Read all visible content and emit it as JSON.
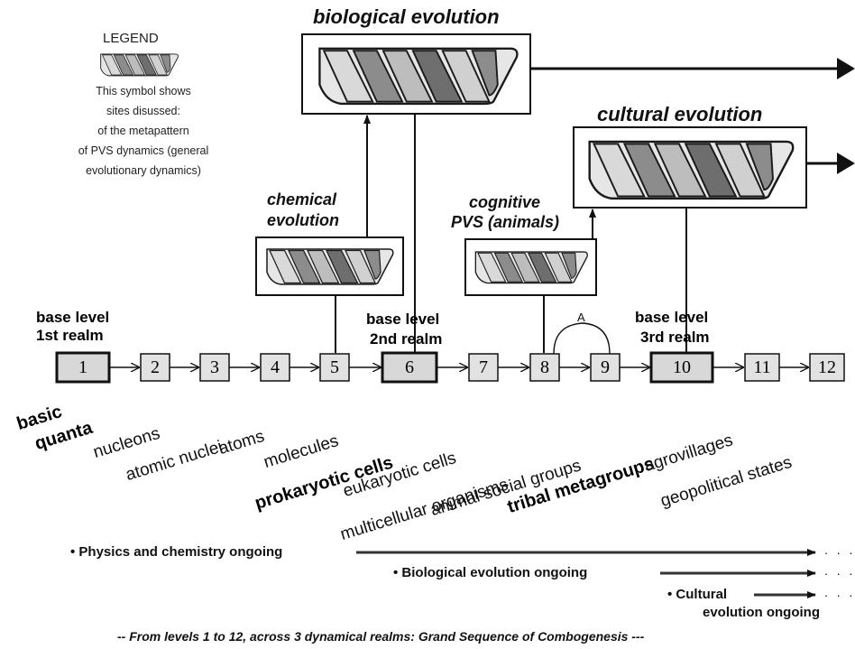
{
  "legend": {
    "title": "LEGEND",
    "lines": [
      "This symbol shows",
      "sites disussed:",
      "of the metapattern",
      "of PVS dynamics (general",
      "evolutionary dynamics)"
    ]
  },
  "evolutions": {
    "biological": "biological evolution",
    "cultural": "cultural evolution",
    "chemical_line1": "chemical",
    "chemical_line2": "evolution",
    "cognitive_line1": "cognitive",
    "cognitive_line2": "PVS (animals)"
  },
  "base_levels": {
    "first_line1": "base  level",
    "first_line2": "1st  realm",
    "second_line1": "base  level",
    "second_line2": "2nd  realm",
    "third_line1": "base  level",
    "third_line2": "3rd  realm"
  },
  "arc_label": "A",
  "levels": [
    "1",
    "2",
    "3",
    "4",
    "5",
    "6",
    "7",
    "8",
    "9",
    "10",
    "11",
    "12"
  ],
  "level_names": {
    "basic_line1": "basic",
    "basic_line2": "quanta",
    "nucleons": "nucleons",
    "atomic_nuclei": "atomic nuclei",
    "atoms": "atoms",
    "molecules": "molecules",
    "prokaryotic": "prokaryotic cells",
    "eukaryotic": "eukaryotic cells",
    "multicellular": "multicellular organisms",
    "animal_social": "animal social groups",
    "tribal": "tribal metagroups",
    "agrovillages": "agrovillages",
    "geopolitical": "geopolitical states"
  },
  "ongoing": {
    "physics": "• Physics and chemistry ongoing",
    "biological": "• Biological evolution ongoing",
    "cultural_line1": "• Cultural",
    "cultural_line2": "evolution ongoing",
    "dots": ". . ."
  },
  "footer": "--  From levels 1 to 12, across 3 dynamical realms: Grand Sequence of Combogenesis  ---"
}
